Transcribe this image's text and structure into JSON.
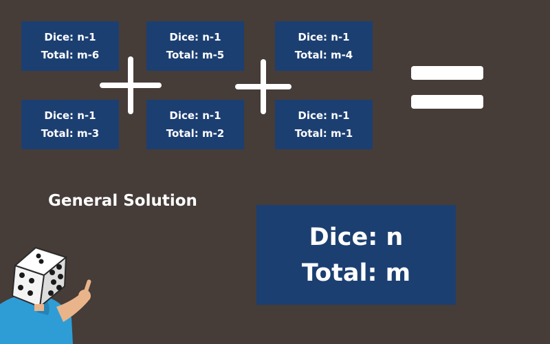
{
  "terms": [
    {
      "dice": "Dice: n-1",
      "total": "Total: m-6"
    },
    {
      "dice": "Dice: n-1",
      "total": "Total: m-5"
    },
    {
      "dice": "Dice: n-1",
      "total": "Total: m-4"
    },
    {
      "dice": "Dice: n-1",
      "total": "Total: m-3"
    },
    {
      "dice": "Dice: n-1",
      "total": "Total: m-2"
    },
    {
      "dice": "Dice: n-1",
      "total": "Total: m-1"
    }
  ],
  "general": {
    "title": "General Solution",
    "dice": "Dice: n",
    "total": "Total: m"
  },
  "operators": {
    "plus_icon": "plus-icon",
    "equals_icon": "equals-icon"
  },
  "illustration": "dice-head-person",
  "colors": {
    "background": "#463c38",
    "box": "#1c3f72",
    "text": "#ffffff"
  }
}
